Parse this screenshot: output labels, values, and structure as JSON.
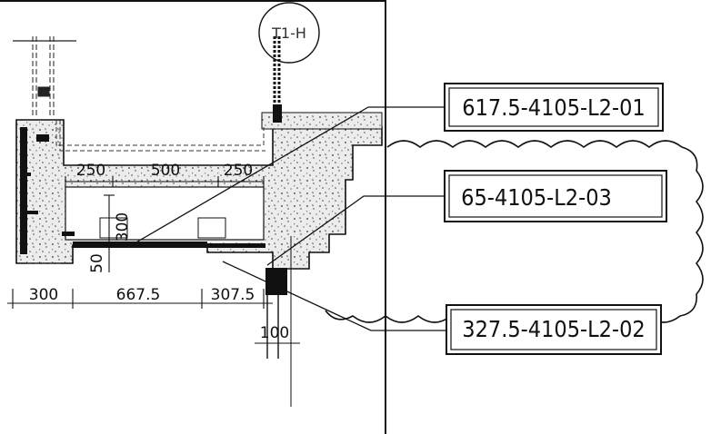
{
  "grid_bubble": "T1-H",
  "dimensions": {
    "top_left": "250",
    "top_mid": "500",
    "top_right": "250",
    "vert_a": "300",
    "vert_b": "50",
    "bottom_left": "300",
    "bottom_mid": "667.5",
    "bottom_right": "307.5",
    "lower": "100"
  },
  "tags": [
    {
      "label": "617.5-4105-L2-01"
    },
    {
      "label": "65-4105-L2-03"
    },
    {
      "label": "327.5-4105-L2-02"
    }
  ]
}
